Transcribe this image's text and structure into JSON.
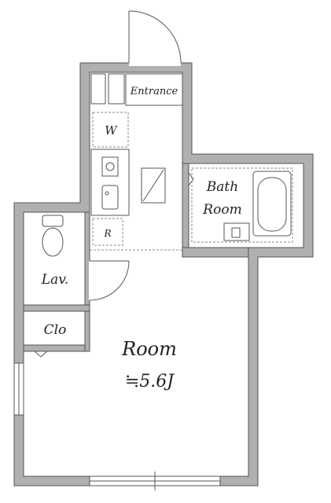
{
  "rooms": {
    "entrance": "Entrance",
    "washer": "W",
    "fridge": "R",
    "bath_line1": "Bath",
    "bath_line2": "Room",
    "lavatory": "Lav.",
    "closet": "Clo",
    "room": "Room",
    "room_size": "≒5.6J"
  },
  "colors": {
    "wall": "#b0b0b0",
    "outline": "#555555",
    "dashed": "#888888",
    "text": "#222222"
  }
}
